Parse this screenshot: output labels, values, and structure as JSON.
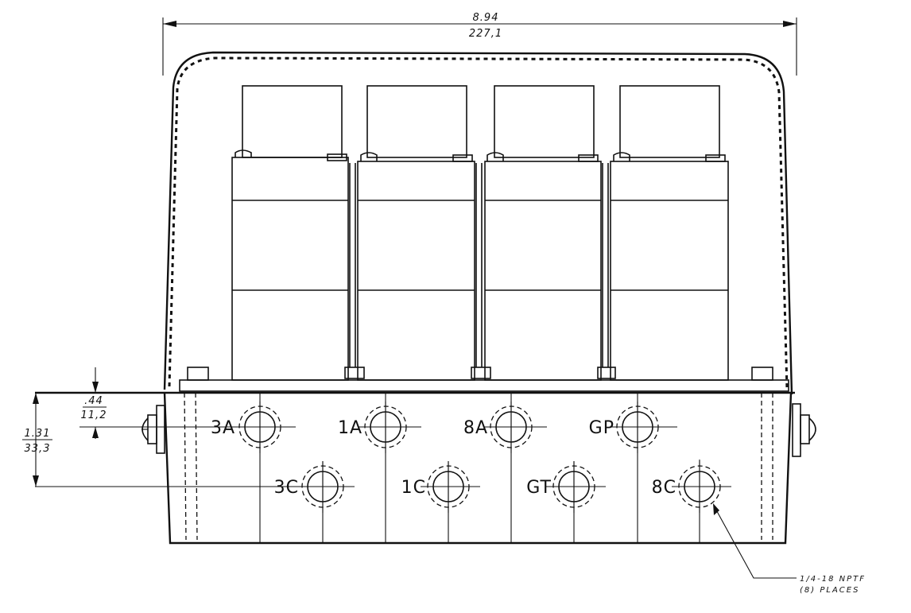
{
  "dimensions": {
    "overall_width_in": "8.94",
    "overall_width_mm": "227,1",
    "port_offset_in": ".44",
    "port_offset_mm": "11,2",
    "row_spacing_in": "1.31",
    "row_spacing_mm": "33,3"
  },
  "ports": {
    "top_row": [
      "3A",
      "1A",
      "8A",
      "GP"
    ],
    "bottom_row": [
      "3C",
      "1C",
      "GT",
      "8C"
    ]
  },
  "note": {
    "line1": "1/4-18 NPTF",
    "line2": "(8) PLACES"
  }
}
